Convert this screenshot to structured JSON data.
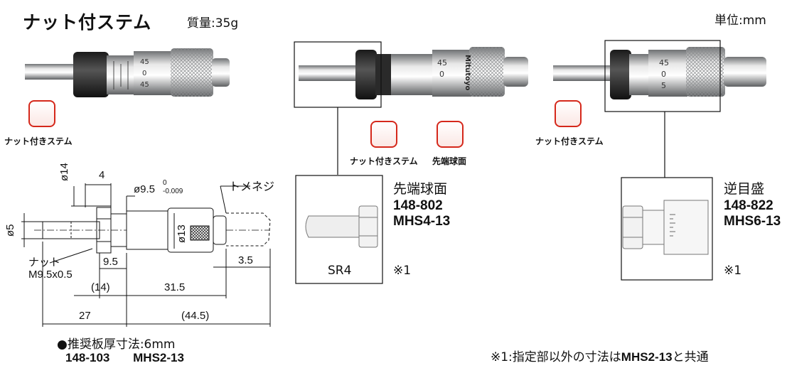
{
  "header": {
    "title": "ナット付ステム",
    "mass": "質量:35g",
    "unit": "単位:mm"
  },
  "features": {
    "nut_stem": "ナット付きステム",
    "spherical_tip": "先端球面"
  },
  "drawing": {
    "dia14": "ø14",
    "width4": "4",
    "dia95": "ø9.5",
    "tol_upper": "0",
    "tol_lower": "-0.009",
    "set_screw": "トメネジ",
    "dia5": "ø5",
    "dia13": "ø13",
    "nut_label": "ナット",
    "nut_size": "M9.5x0.5",
    "dim_95": "9.5",
    "dim_35": "3.5",
    "dim_14p": "(14)",
    "dim_315": "31.5",
    "dim_27": "27",
    "dim_445p": "(44.5)"
  },
  "footer": {
    "thickness": "●推奨板厚寸法:6mm",
    "code1": "148-103",
    "model1": "MHS2-13",
    "note_prefix": "※1:指定部以外の寸法は",
    "note_bold": "MHS2-13",
    "note_suffix": "と共通"
  },
  "variant_sphere": {
    "label": "先端球面",
    "code": "148-802",
    "model": "MHS4-13",
    "sr": "SR4",
    "note_mark": "※1"
  },
  "variant_reverse": {
    "label": "逆目盛",
    "code": "148-822",
    "model": "MHS6-13",
    "note_mark": "※1"
  },
  "scale_marks": {
    "a": "45",
    "b": "0",
    "c": "5",
    "brand": "Mitutoyo"
  }
}
